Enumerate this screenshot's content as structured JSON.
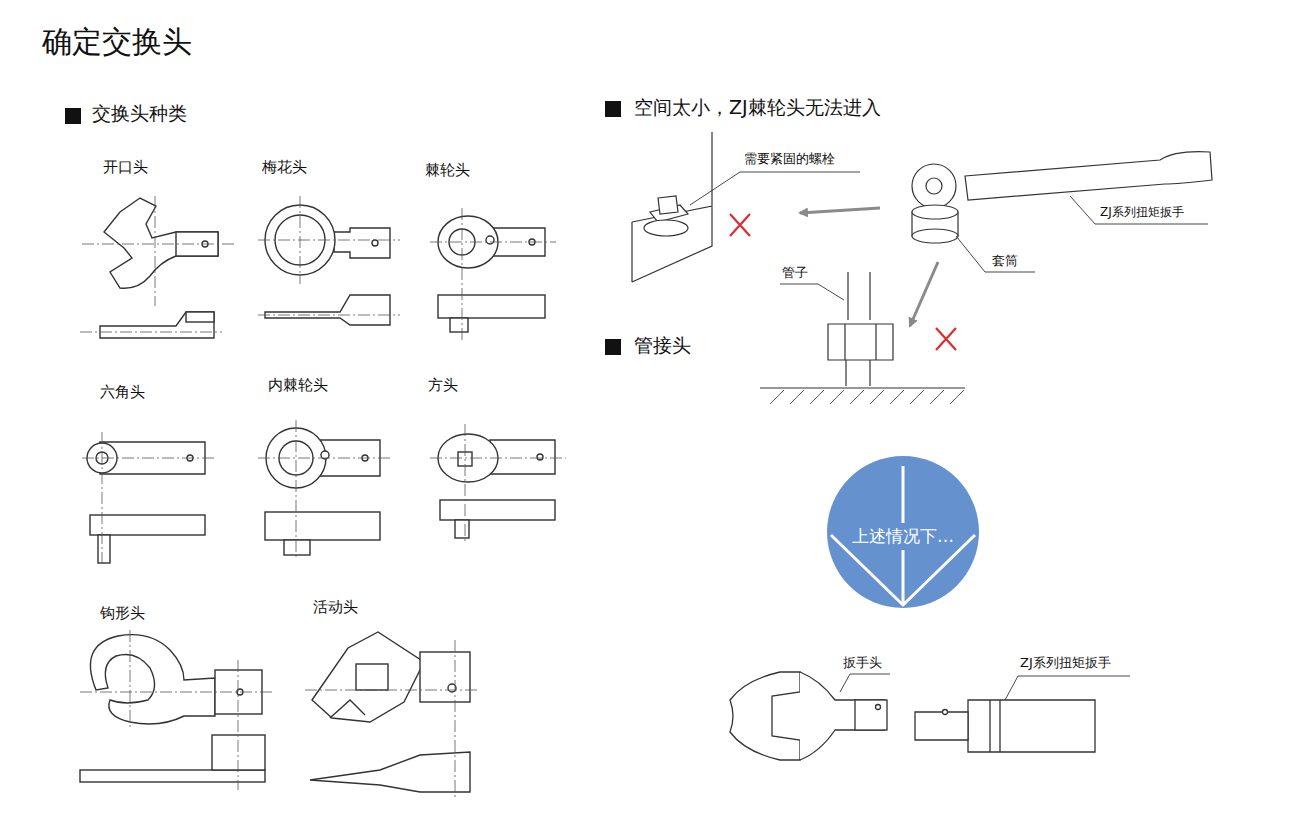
{
  "diagram": {
    "title": "确定交换头",
    "nodes": [
      {
        "text": [
          "上述情况下…"
        ]
      }
    ],
    "labels": [
      "交换头种类",
      "开口头",
      "梅花头",
      "棘轮头",
      "六角头",
      "内棘轮头",
      "方头",
      "钩形头",
      "活动头",
      "空间太小，ZJ棘轮头无法进入",
      "需要紧固的螺栓",
      "ZJ系列扭矩扳手",
      "套筒",
      "管子",
      "管接头",
      "扳手头",
      "ZJ系列扭矩扳手"
    ]
  }
}
